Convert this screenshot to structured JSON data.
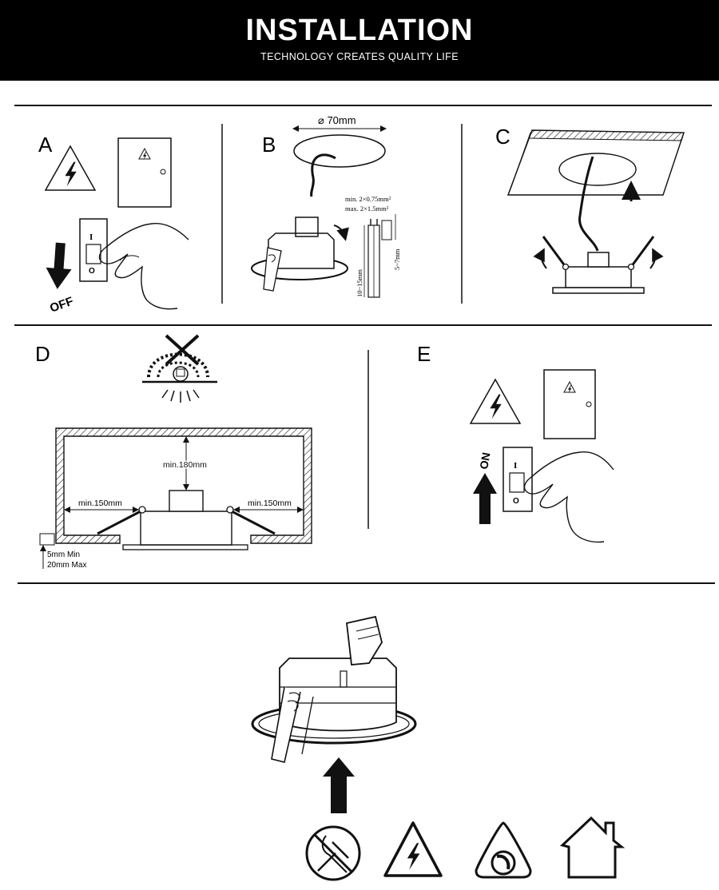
{
  "header": {
    "title": "INSTALLATION",
    "subtitle": "TECHNOLOGY CREATES QUALITY LIFE"
  },
  "steps": {
    "a": {
      "letter": "A",
      "switch_on_mark": "I",
      "switch_off_mark": "O",
      "action_label": "OFF"
    },
    "b": {
      "letter": "B",
      "diameter_label": "⌀ 70mm",
      "wire_min": "min. 2×0.75mm²",
      "wire_max": "max. 2×1.5mm²",
      "strip_outer": "10~15mm",
      "strip_inner": "5~7mm"
    },
    "c": {
      "letter": "C"
    },
    "d": {
      "letter": "D",
      "clearance_top": "min.180mm",
      "clearance_left": "min.150mm",
      "clearance_right": "min.150mm",
      "ceiling_min": "5mm Min",
      "ceiling_max": "20mm Max"
    },
    "e": {
      "letter": "E",
      "switch_on_mark": "I",
      "switch_off_mark": "O",
      "action_label": "ON"
    }
  },
  "icons": [
    "no-food-icon",
    "electric-hazard-icon",
    "dimmable-icon",
    "indoor-use-icon"
  ],
  "colors": {
    "header_bg": "#000000",
    "line": "#111111"
  }
}
